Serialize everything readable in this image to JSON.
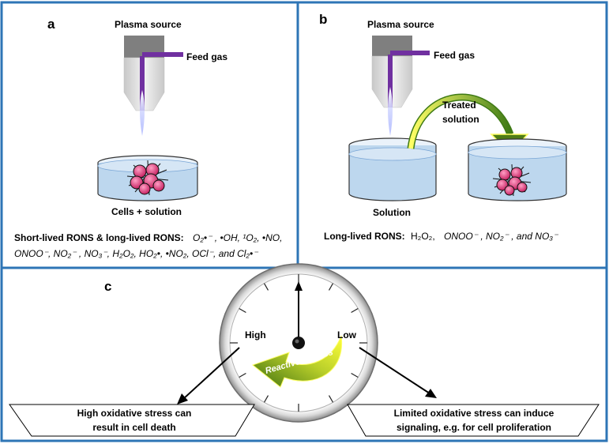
{
  "panels": {
    "a": {
      "label": "a",
      "plasma_source": "Plasma source",
      "feed_gas": "Feed gas",
      "dish_caption": "Cells + solution",
      "rons_heading": "Short-lived RONS & long-lived RONS:",
      "rons_line1": "O₂•⁻ , •OH, ¹O₂, •NO,",
      "rons_line2": "ONOO⁻, NO₂⁻ , NO₃⁻, H₂O₂, HO₂•, •NO₂, OCl⁻, and Cl₂•⁻"
    },
    "b": {
      "label": "b",
      "plasma_source": "Plasma source",
      "feed_gas": "Feed gas",
      "treated_line1": "Treated",
      "treated_line2": "solution",
      "dish_caption": "Solution",
      "rons_heading": "Long-lived RONS:",
      "rons_plain": "H₂O₂,",
      "rons_italic": "ONOO⁻ , NO₂⁻ , and NO₃⁻"
    },
    "c": {
      "label": "c",
      "high": "High",
      "low": "Low",
      "arrow_label": "Reactive species",
      "left_box_line1": "High oxidative stress can",
      "left_box_line2": "result in cell death",
      "right_box_line1": "Limited oxidative stress can induce",
      "right_box_line2": "signaling, e.g. for cell proliferation"
    }
  },
  "colors": {
    "frame": "#2e75b6",
    "plasma_gray": "#d9d9d9",
    "feed_gas_purple": "#7030a0",
    "solution_blue": "#bdd7ee",
    "cells_pink": "#e0508a",
    "arrow_green": "#4f7d15",
    "arrow_yellow": "#ffff00"
  }
}
